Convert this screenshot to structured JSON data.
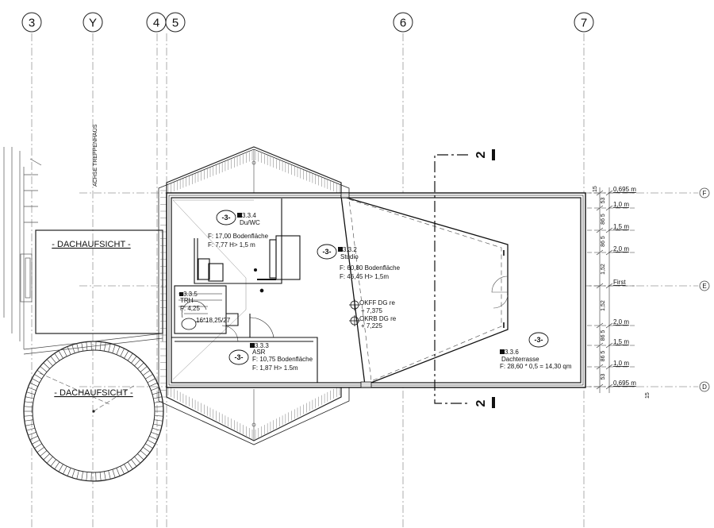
{
  "axes": {
    "grid_labels": [
      "3",
      "Y",
      "4",
      "5",
      "6",
      "7"
    ],
    "right_labels": [
      "F",
      "E",
      "D"
    ]
  },
  "stair_axis_label": "ACHSE TREPPENHAUS",
  "roof_views": [
    "- DACHAUFSICHT -",
    "- DACHAUFSICHT -"
  ],
  "rooms": [
    {
      "tag": "-3-",
      "id": "3.3.4",
      "name": "Du/WC",
      "line1": "F:  17,00 Bodenfläche",
      "line2": "F:  7,77 H> 1,5 m"
    },
    {
      "tag": "-3-",
      "id": "3.3.2",
      "name": "Studio",
      "line1": "F:  60,80 Bodenfläche",
      "line2": "F:  46,45 H> 1,5m"
    },
    {
      "tag": "",
      "id": "3.3.5",
      "name": "TRH",
      "line1": "F:  4,25",
      "line2": "16*18,25/27"
    },
    {
      "tag": "-3-",
      "id": "3.3.3",
      "name": "ASR",
      "line1": "F:  10,75 Bodenfläche",
      "line2": "F:  1,87 H> 1.5m"
    },
    {
      "tag": "-3-",
      "id": "3.3.6",
      "name": "Dachterrasse",
      "line1": "F:  28,60 * 0,5 = 14,30 qm",
      "line2": ""
    }
  ],
  "levels": [
    {
      "label": "OKFF DG re",
      "value": "+ 7,375"
    },
    {
      "label": "OKRB DG re",
      "value": "+ 7,225"
    }
  ],
  "section_mark": "2",
  "right_dims": {
    "heights": [
      "0,695 m",
      "1,0 m",
      "1,5 m",
      "2,0 m",
      "First",
      "2,0 m",
      "1,5 m",
      "1,0 m",
      "0,695 m"
    ],
    "chain": [
      "53",
      "86 5",
      "86 5",
      "1,52",
      "1,52",
      "86 5",
      "86 5",
      "53"
    ],
    "extra": [
      "15",
      "15"
    ]
  }
}
